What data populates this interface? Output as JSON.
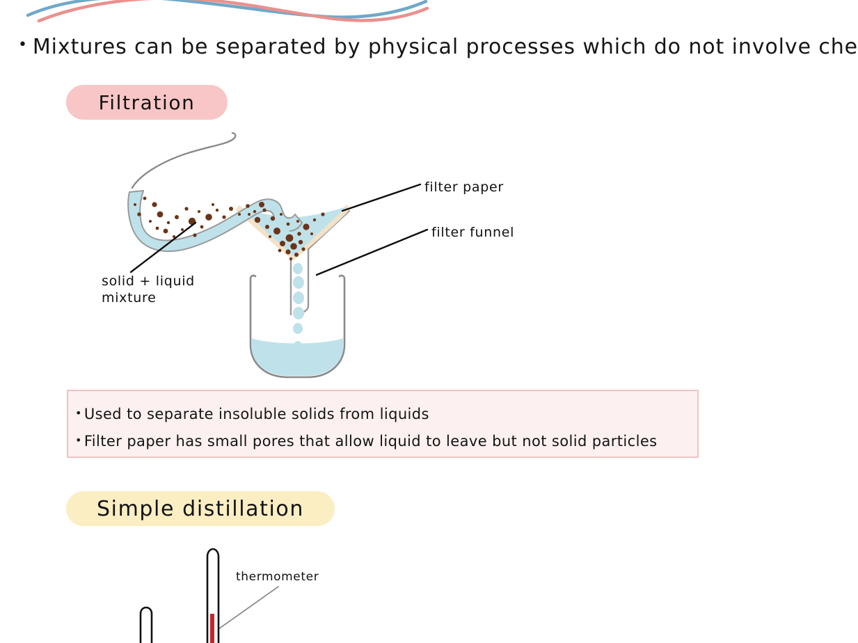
{
  "page": {
    "background_color": "#ffffff"
  },
  "decoration": {
    "top_squiggle": {
      "name": "top-squiggle",
      "blue_color": "#6fa8c8",
      "pink_color": "#e8918f"
    }
  },
  "main_statement": {
    "bullet": "•",
    "text": "Mixtures can be separated by physical processes which do not involve chemical reactions"
  },
  "sections": [
    {
      "id": "filtration",
      "pill_label": "Filtration",
      "pill_color": "#f8c6c6"
    },
    {
      "id": "simple-distillation",
      "pill_label": "Simple distillation",
      "pill_color": "#fbeec3"
    }
  ],
  "filtration": {
    "pill_label": "Filtration",
    "labels": {
      "filter_paper": "filter paper",
      "filter_funnel": "filter funnel",
      "solid_liquid_mixture": "solid + liquid\nmixture",
      "solid_liquid_mixture_line1": "solid + liquid",
      "solid_liquid_mixture_line2": "mixture"
    },
    "diagram": {
      "name": "filtration-diagram",
      "liquid_color": "#bfe2ea",
      "solid_particle_color": "#6b3418",
      "filter_paper_color": "#f5e4cc",
      "glass_outline_color": "#8a8a8a"
    },
    "notes": {
      "bullet": "•",
      "border_color": "#eec3c3",
      "background_color": "#fcf0f0",
      "lines": [
        "Used to separate insoluble solids from liquids",
        "Filter paper has small pores that allow liquid to leave but not solid particles"
      ]
    }
  },
  "simple_distillation": {
    "pill_label": "Simple distillation",
    "labels": {
      "thermometer": "thermometer"
    },
    "diagram": {
      "name": "distillation-diagram",
      "thermometer_fluid_color": "#c0272d",
      "glass_outline_color": "#111111"
    }
  }
}
